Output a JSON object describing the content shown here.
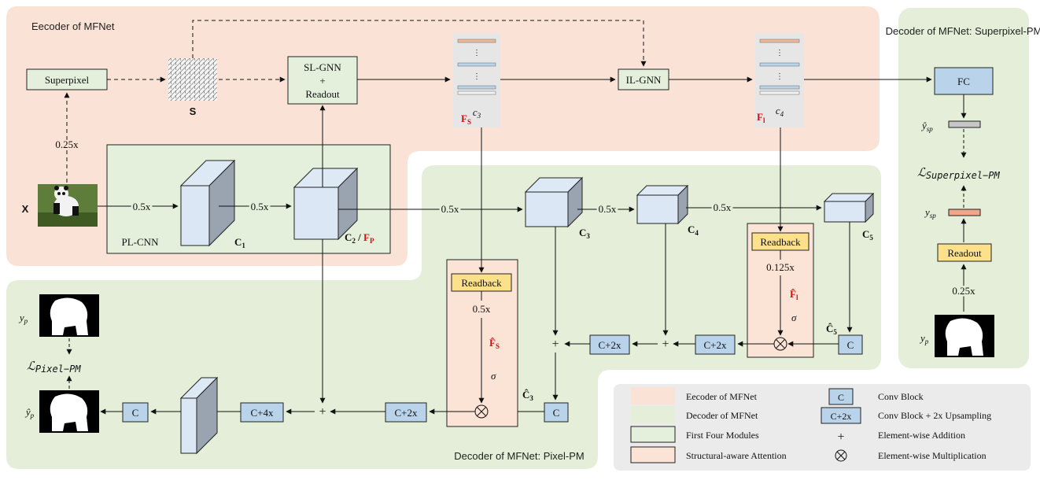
{
  "regions": {
    "encoder_title": "Eecoder of MFNet",
    "decoder_sp_title": "Decoder of MFNet: Superpixel-PM",
    "decoder_pix_title": "Decoder of MFNet: Pixel-PM"
  },
  "modules": {
    "superpixel": "Superpixel",
    "slgnn_line1": "SL-GNN",
    "slgnn_line2": "+",
    "slgnn_line3": "Readout",
    "ilgnn": "IL-GNN",
    "fc": "FC",
    "readback": "Readback",
    "readout": "Readout",
    "conv": "C",
    "conv2x": "C+2x",
    "conv4x": "C+4x",
    "plcnn": "PL-CNN"
  },
  "labels": {
    "x": "X",
    "s": "S",
    "fs_main": "F",
    "fs_sub": "S",
    "fl_main": "F",
    "fl_sub": "l",
    "c3_dim": "c",
    "c3_sub": "3",
    "c4_dim": "c",
    "c4_sub": "4",
    "C1": "C",
    "C1_sub": "1",
    "C2": "C",
    "C2_sub": "2",
    "slash": " / ",
    "FP": "F",
    "FP_sub": "P",
    "C3": "C",
    "C3_sub": "3",
    "C4": "C",
    "C4_sub": "4",
    "C5": "C",
    "C5_sub": "5",
    "C3hat": "Ĉ",
    "C5hat": "Ĉ",
    "FShat": "F̂",
    "FShat_sub": "S",
    "Flhat": "F̂",
    "Flhat_sub": "l",
    "sigma": "σ",
    "y_sp_hat": "ŷ",
    "y_sp_hat_sub": "sp",
    "y_sp": "y",
    "y_sp_sub": "sp",
    "L_superpixel": "ℒ",
    "L_superpixel_sub": "Superpixel−PM",
    "L_pixel": "ℒ",
    "L_pixel_sub": "Pixel−PM",
    "y_p": "y",
    "y_p_sub": "p",
    "y_p_hat": "ŷ",
    "y_p_hat_sub": "p",
    "dots": "⋮"
  },
  "scales": {
    "s025_a": "0.25x",
    "s05_a": "0.5x",
    "s05_b": "0.5x",
    "s05_c": "0.5x",
    "s05_d": "0.5x",
    "s05_e": "0.5x",
    "s05_fs": "0.5x",
    "s0125": "0.125x",
    "s025_b": "0.25x"
  },
  "ops": {
    "plus": "+",
    "times": "⊗"
  },
  "legend": {
    "items_left": [
      "Eecoder of MFNet",
      "Decoder of MFNet",
      "First Four Modules",
      "Structural-aware Attention"
    ],
    "items_right": [
      "Conv Block",
      "Conv Block + 2x Upsampling",
      "Element-wise Addition",
      "Element-wise Multiplication"
    ],
    "sym_c": "C",
    "sym_c2x": "C+2x",
    "sym_plus": "+",
    "sym_times": "⊗"
  },
  "colors": {
    "encoder_bg": "#fae3d6",
    "decoder_bg": "#e4eed8",
    "module_green": "#e4f0dc",
    "readback_yellow": "#fde08a",
    "attention_bg": "#fbe3d6",
    "conv_blue": "#b9d3ea",
    "legend_bg": "#ebebeb",
    "red_text": "#d01010"
  }
}
